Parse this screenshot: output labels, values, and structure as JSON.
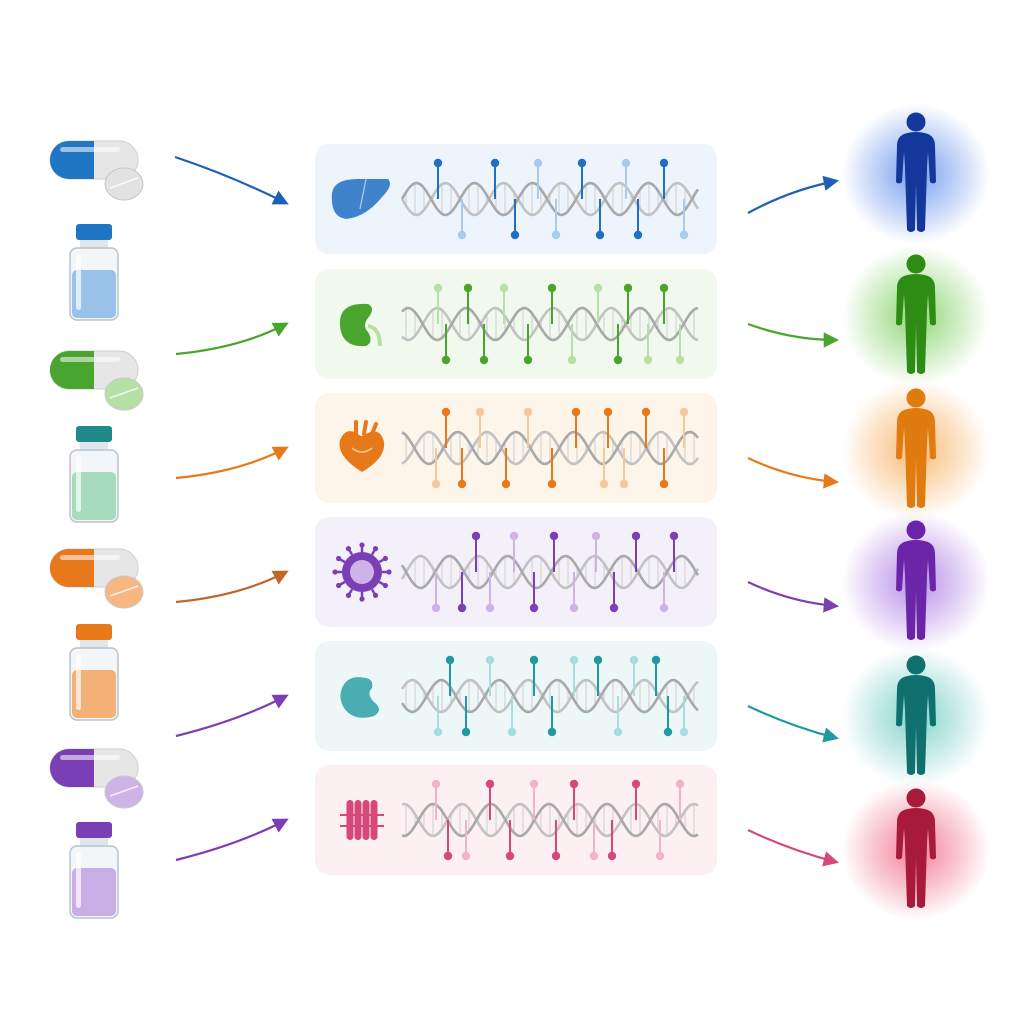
{
  "drugs": [
    {
      "kind": "capsule",
      "color": "#1f76c2",
      "pill": "#e2e2e2"
    },
    {
      "kind": "vial",
      "cap": "#1f76c2",
      "liquid": "#8fbde8"
    },
    {
      "kind": "capsule",
      "color": "#4aa52e",
      "pill": "#b7e0a6"
    },
    {
      "kind": "vial",
      "cap": "#1f8a8a",
      "liquid": "#9fd8b6"
    },
    {
      "kind": "capsule",
      "color": "#e8791a",
      "pill": "#f6b783"
    },
    {
      "kind": "vial",
      "cap": "#e8791a",
      "liquid": "#f3a868"
    },
    {
      "kind": "capsule",
      "color": "#7b3fb5",
      "pill": "#cdb3e6"
    },
    {
      "kind": "vial",
      "cap": "#7b3fb5",
      "liquid": "#c4a6e2"
    }
  ],
  "pathways": [
    {
      "organ": "liver-icon",
      "color": "#1f6fc2",
      "panel": "#eef4fb",
      "light": "#a9cbef"
    },
    {
      "organ": "kidney-icon",
      "color": "#4aa52e",
      "panel": "#f1f8ee",
      "light": "#b7e0a6"
    },
    {
      "organ": "heart-icon",
      "color": "#e8791a",
      "panel": "#fdf4ea",
      "light": "#f6c79b"
    },
    {
      "organ": "immune-cell-icon",
      "color": "#7b3fb5",
      "panel": "#f4f0fa",
      "light": "#cdb3e6"
    },
    {
      "organ": "pancreas-icon",
      "color": "#1f9aa0",
      "panel": "#eef7f8",
      "light": "#a8dcdf"
    },
    {
      "organ": "muscle-icon",
      "color": "#d6487a",
      "panel": "#fcf0f3",
      "light": "#f1b3c8"
    }
  ],
  "outcomes": [
    {
      "color": "#13379a",
      "glow": "#4a7ee8"
    },
    {
      "color": "#2e8b14",
      "glow": "#6cc94a"
    },
    {
      "color": "#e07b10",
      "glow": "#f6a54a"
    },
    {
      "color": "#6a25a8",
      "glow": "#a06ae0"
    },
    {
      "color": "#10706e",
      "glow": "#5cc4bd"
    },
    {
      "color": "#a81a3a",
      "glow": "#ec5672"
    }
  ],
  "inArrows": [
    {
      "color": "#1f5fb5",
      "dir": "down"
    },
    {
      "color": "#4aa52e",
      "dir": "up"
    },
    {
      "color": "#e8791a",
      "dir": "up"
    },
    {
      "color": "#c0682a",
      "dir": "up"
    },
    {
      "color": "#7b3fb5",
      "dir": "up"
    },
    {
      "color": "#7b3fb5",
      "dir": "up"
    }
  ],
  "outArrows": [
    {
      "color": "#1f5fb5",
      "dir": "up"
    },
    {
      "color": "#4aa52e",
      "dir": "flat"
    },
    {
      "color": "#e8791a",
      "dir": "down"
    },
    {
      "color": "#7b3fb5",
      "dir": "down"
    },
    {
      "color": "#1f9aa0",
      "dir": "down"
    },
    {
      "color": "#d6487a",
      "dir": "down"
    }
  ]
}
